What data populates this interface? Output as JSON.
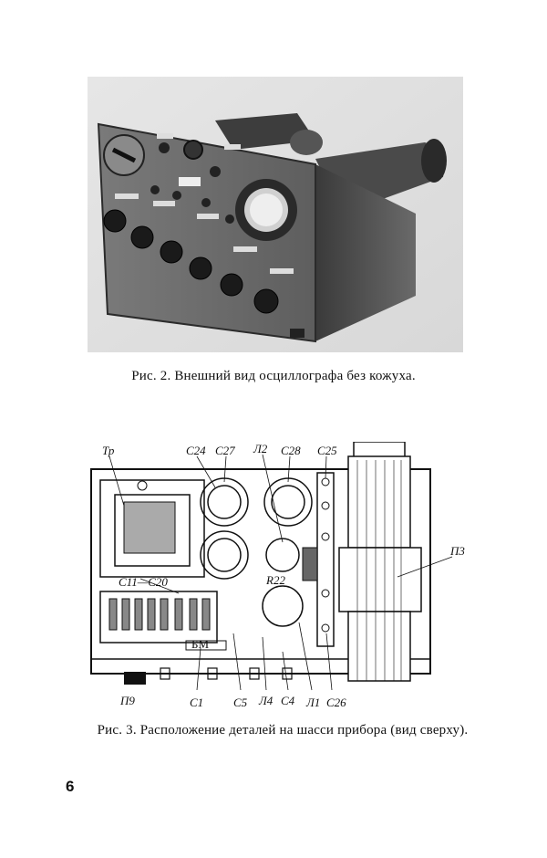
{
  "figure2": {
    "caption": "Рис. 2. Внешний вид осциллографа без кожуха."
  },
  "figure3": {
    "caption": "Рис. 3. Расположение деталей на шасси прибора (вид сверху).",
    "labels": {
      "tr": "Тр",
      "c24": "С24",
      "c27": "С27",
      "l2": "Л2",
      "c28": "С28",
      "c25": "С25",
      "p3": "П3",
      "c11c20": "С11—С20",
      "r22": "R22",
      "p9": "П9",
      "c1": "С1",
      "c5": "С5",
      "l4": "Л4",
      "c4": "С4",
      "l1": "Л1",
      "c26": "С26",
      "bm": "БМ"
    }
  },
  "page": {
    "number": "6"
  }
}
